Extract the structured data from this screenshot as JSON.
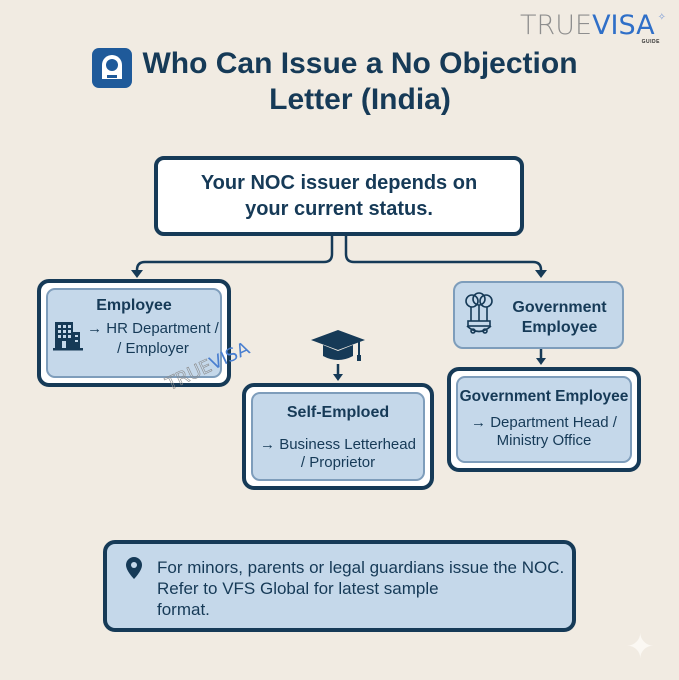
{
  "logo": {
    "part1": "TRUE",
    "part2": "VISA",
    "sub": "GUIDE"
  },
  "header": {
    "title": "Who Can Issue a No Objection Letter (India)",
    "icon": "id-badge-icon"
  },
  "intro": {
    "text": "Your NOC issuer depends on your current status."
  },
  "categories": [
    {
      "name": "Employee",
      "icon": "office-building-icon",
      "line1": "→ HR Department /",
      "line2": "/ Employer"
    },
    {
      "name": "Self-Emploed",
      "icon": "graduation-cap-icon",
      "line1": "→ Business Letterhead",
      "line2": "/ Proprietor"
    },
    {
      "name": "Government Employee",
      "icon": "national-emblem-icon"
    },
    {
      "name": "Government Employee",
      "line1": "→ Department Head /",
      "line2": "Ministry Office"
    }
  ],
  "note": {
    "icon": "location-pin-icon",
    "line1": "For minors, parents or legal guardians issue the NOC.",
    "line2": "Refer to VFS Global for latest sample",
    "line3": "format."
  },
  "watermark": {
    "part1": "TRUE",
    "part2": "VISA"
  },
  "colors": {
    "background": "#f1ebe2",
    "navy": "#163a57",
    "box_fill": "#c5d8ea",
    "brand_blue": "#2f6fc8"
  }
}
